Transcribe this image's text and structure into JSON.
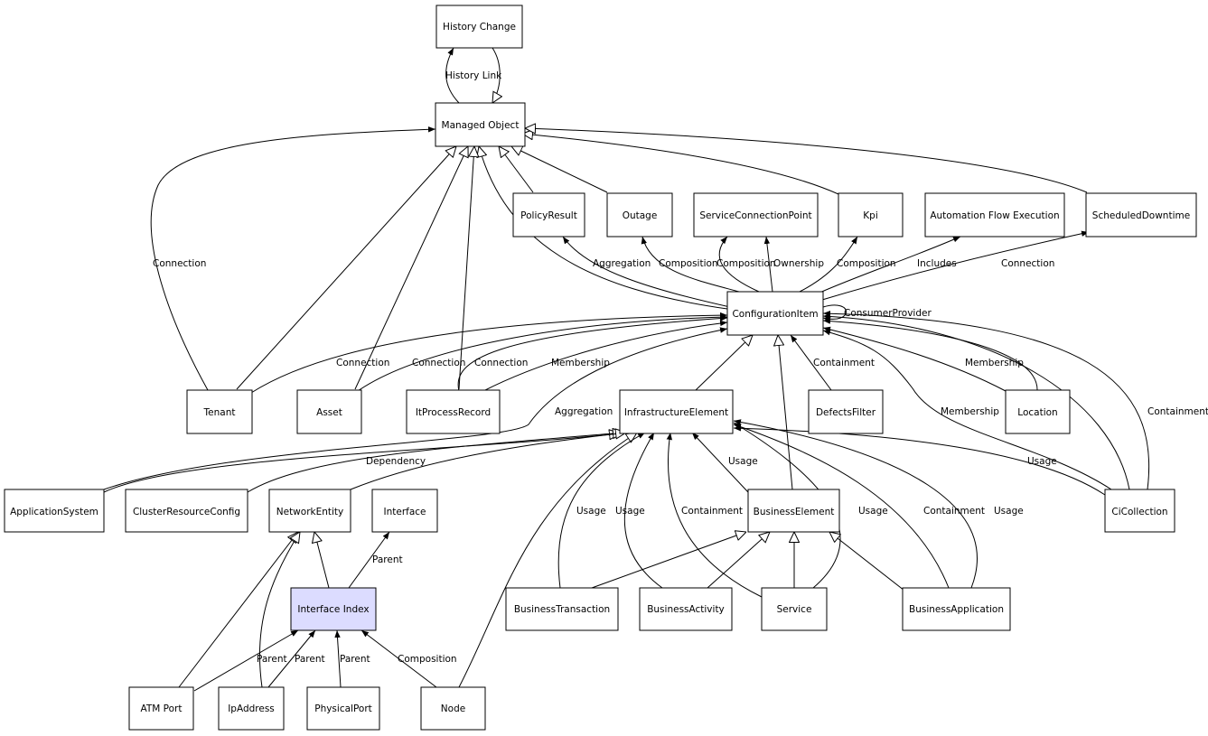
{
  "diagram": {
    "nodes": [
      {
        "id": "history_change",
        "label": "History Change"
      },
      {
        "id": "managed_object",
        "label": "Managed Object"
      },
      {
        "id": "policy_result",
        "label": "PolicyResult"
      },
      {
        "id": "outage",
        "label": "Outage"
      },
      {
        "id": "service_connection_point",
        "label": "ServiceConnectionPoint"
      },
      {
        "id": "kpi",
        "label": "Kpi"
      },
      {
        "id": "automation_flow_execution",
        "label": "Automation Flow Execution"
      },
      {
        "id": "scheduled_downtime",
        "label": "ScheduledDowntime"
      },
      {
        "id": "configuration_item",
        "label": "ConfigurationItem"
      },
      {
        "id": "tenant",
        "label": "Tenant"
      },
      {
        "id": "asset",
        "label": "Asset"
      },
      {
        "id": "it_process_record",
        "label": "ItProcessRecord"
      },
      {
        "id": "infrastructure_element",
        "label": "InfrastructureElement"
      },
      {
        "id": "defects_filter",
        "label": "DefectsFilter"
      },
      {
        "id": "location",
        "label": "Location"
      },
      {
        "id": "application_system",
        "label": "ApplicationSystem"
      },
      {
        "id": "cluster_resource_config",
        "label": "ClusterResourceConfig"
      },
      {
        "id": "network_entity",
        "label": "NetworkEntity"
      },
      {
        "id": "interface",
        "label": "Interface"
      },
      {
        "id": "business_element",
        "label": "BusinessElement"
      },
      {
        "id": "ci_collection",
        "label": "CiCollection"
      },
      {
        "id": "interface_index",
        "label": "Interface Index",
        "highlight": true
      },
      {
        "id": "business_transaction",
        "label": "BusinessTransaction"
      },
      {
        "id": "business_activity",
        "label": "BusinessActivity"
      },
      {
        "id": "service",
        "label": "Service"
      },
      {
        "id": "business_application",
        "label": "BusinessApplication"
      },
      {
        "id": "atm_port",
        "label": "ATM Port"
      },
      {
        "id": "ip_address",
        "label": "IpAddress"
      },
      {
        "id": "physical_port",
        "label": "PhysicalPort"
      },
      {
        "id": "node",
        "label": "Node"
      }
    ],
    "edge_labels": {
      "history_link": "History Link",
      "connection_tenant_mo": "Connection",
      "aggregation_policy": "Aggregation",
      "composition_outage": "Composition",
      "composition_scp": "Composition",
      "ownership_scp": "Ownership",
      "composition_kpi": "Composition",
      "includes_afe": "Includes",
      "connection_sd": "Connection",
      "consumer_provider": "ConsumerProvider",
      "connection_tenant_ci": "Connection",
      "connection_asset_ci": "Connection",
      "connection_itpr_ci": "Connection",
      "membership_itpr_ci": "Membership",
      "aggregation_appsys_ci": "Aggregation",
      "containment_defects": "Containment",
      "membership_location": "Membership",
      "membership_cicollection": "Membership",
      "containment_cicollection": "Containment",
      "dependency_appsys": "Dependency",
      "usage_be_ie": "Usage",
      "usage_cicollection_ie": "Usage",
      "usage_bt_ie": "Usage",
      "usage_ba_ie": "Usage",
      "containment_service_ie": "Containment",
      "usage_service_ie": "Usage",
      "containment_bapp_ie": "Containment",
      "usage_bapp_ie": "Usage",
      "parent_ii_interface": "Parent",
      "parent_atm_ii": "Parent",
      "parent_ip_ii": "Parent",
      "parent_pp_ii": "Parent",
      "composition_node_ii": "Composition"
    }
  }
}
